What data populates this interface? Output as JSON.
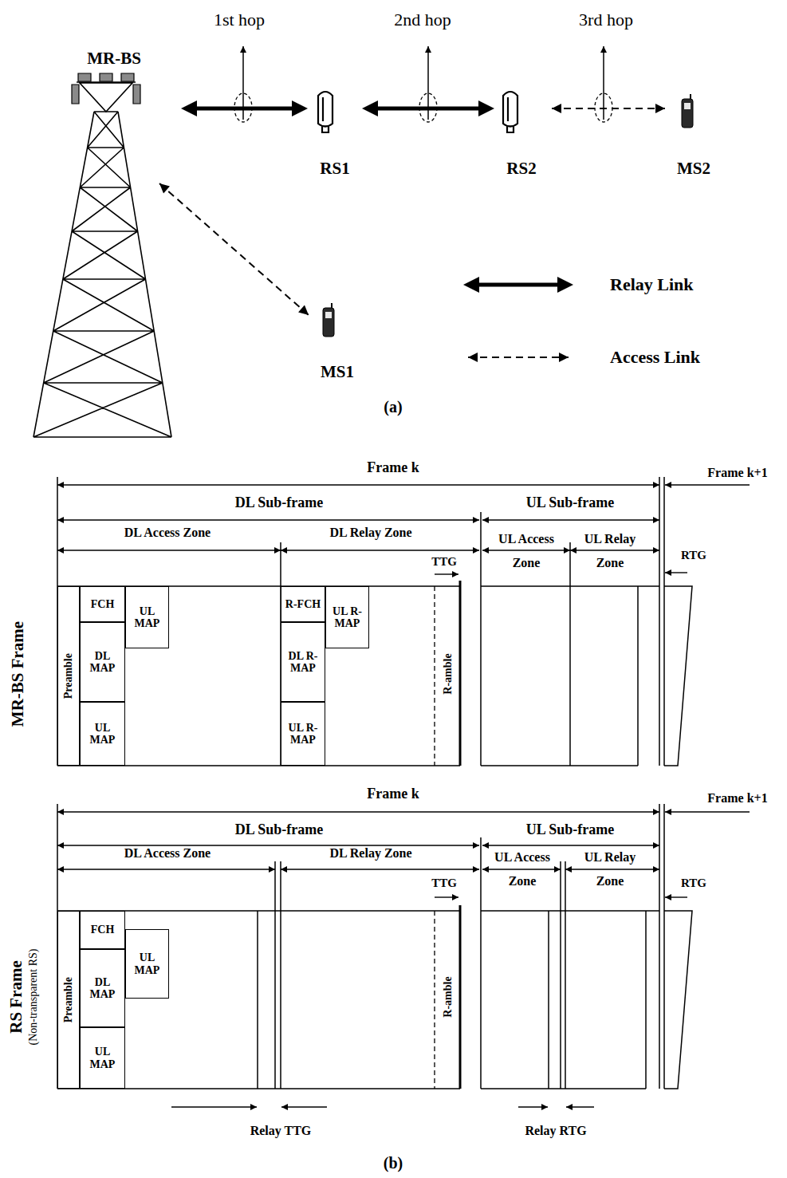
{
  "diagram": {
    "nodes": [
      {
        "text": [
          "MR-BS"
        ]
      },
      {
        "text": [
          "RS1"
        ]
      },
      {
        "text": [
          "RS2"
        ]
      },
      {
        "text": [
          "MS2"
        ]
      },
      {
        "text": [
          "MS1"
        ]
      },
      {
        "text": [
          "Preamble"
        ]
      },
      {
        "text": [
          "FCH"
        ]
      },
      {
        "text": [
          "UL MAP"
        ]
      },
      {
        "text": [
          "DL MAP"
        ]
      },
      {
        "text": [
          "UL MAP"
        ]
      },
      {
        "text": [
          "R-FCH"
        ]
      },
      {
        "text": [
          "UL R-MAP"
        ]
      },
      {
        "text": [
          "DL R-MAP"
        ]
      },
      {
        "text": [
          "UL R-MAP"
        ]
      },
      {
        "text": [
          "Preamble"
        ]
      },
      {
        "text": [
          "FCH"
        ]
      },
      {
        "text": [
          "UL MAP"
        ]
      },
      {
        "text": [
          "DL MAP"
        ]
      },
      {
        "text": [
          "UL MAP"
        ]
      }
    ],
    "edges": [
      {
        "from": 0,
        "to": 1,
        "arrow": "both"
      },
      {
        "from": 1,
        "to": 2,
        "arrow": "both"
      },
      {
        "from": 2,
        "to": 3,
        "arrow": "both"
      },
      {
        "from": 0,
        "to": 4,
        "arrow": "both"
      }
    ],
    "labels": [
      "1st hop",
      "2nd hop",
      "3rd hop",
      "(a)",
      "Frame k",
      "Frame k+1",
      "DL Sub-frame",
      "UL Sub-frame",
      "DL Access Zone",
      "DL Relay Zone",
      "UL Access Zone",
      "UL Relay Zone",
      "TTG",
      "RTG",
      "R-amble",
      "MR-BS Frame",
      "Frame k",
      "Frame k+1",
      "DL Sub-frame",
      "UL Sub-frame",
      "DL Access Zone",
      "DL Relay Zone",
      "UL Access Zone",
      "UL Relay Zone",
      "TTG",
      "RTG",
      "R-amble",
      "RS Frame",
      "(Non-transparent RS)",
      "Relay TTG",
      "Relay RTG",
      "(b)"
    ],
    "legend": [
      {
        "text": "Relay Link"
      },
      {
        "text": "Access Link"
      }
    ]
  }
}
